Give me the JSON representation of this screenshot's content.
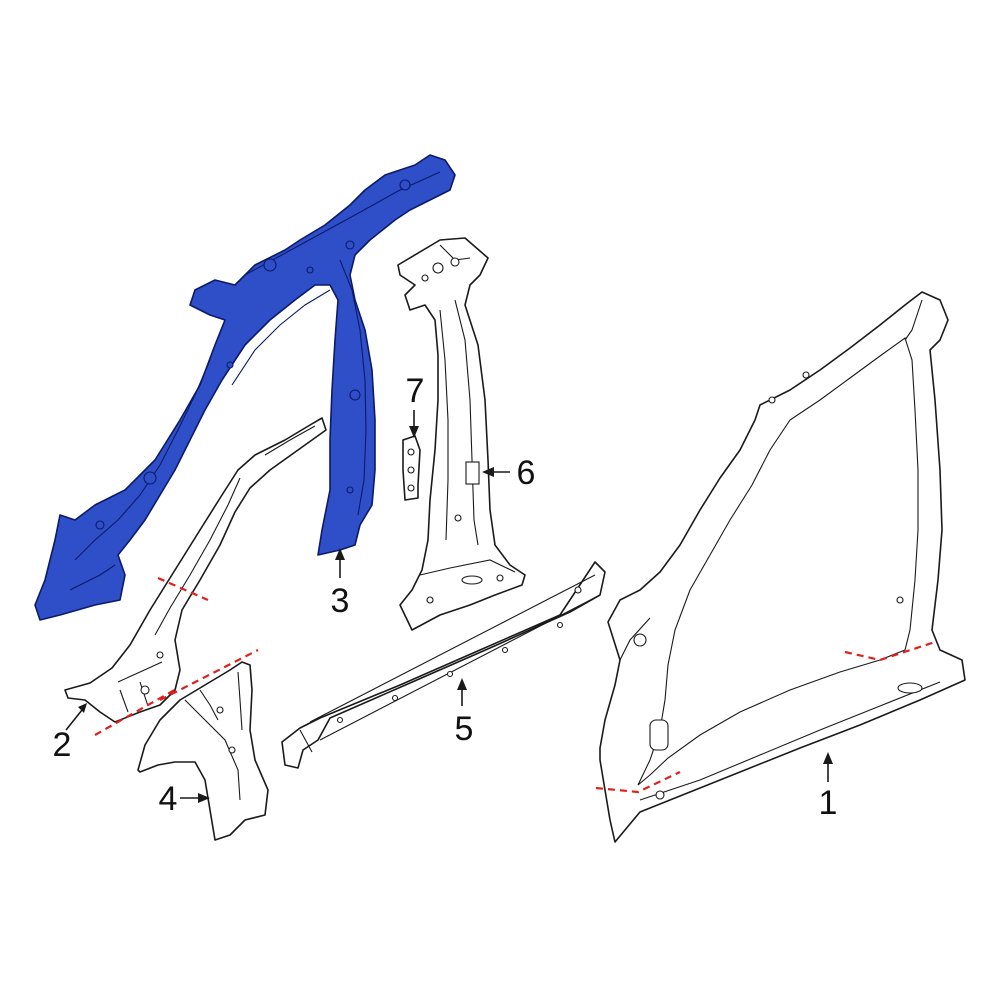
{
  "diagram": {
    "highlight_color": "#2f4fc8",
    "cut_line_color": "#e0201c",
    "callouts": [
      {
        "id": "1",
        "label": "1"
      },
      {
        "id": "2",
        "label": "2"
      },
      {
        "id": "3",
        "label": "3"
      },
      {
        "id": "4",
        "label": "4"
      },
      {
        "id": "5",
        "label": "5"
      },
      {
        "id": "6",
        "label": "6"
      },
      {
        "id": "7",
        "label": "7"
      }
    ]
  }
}
